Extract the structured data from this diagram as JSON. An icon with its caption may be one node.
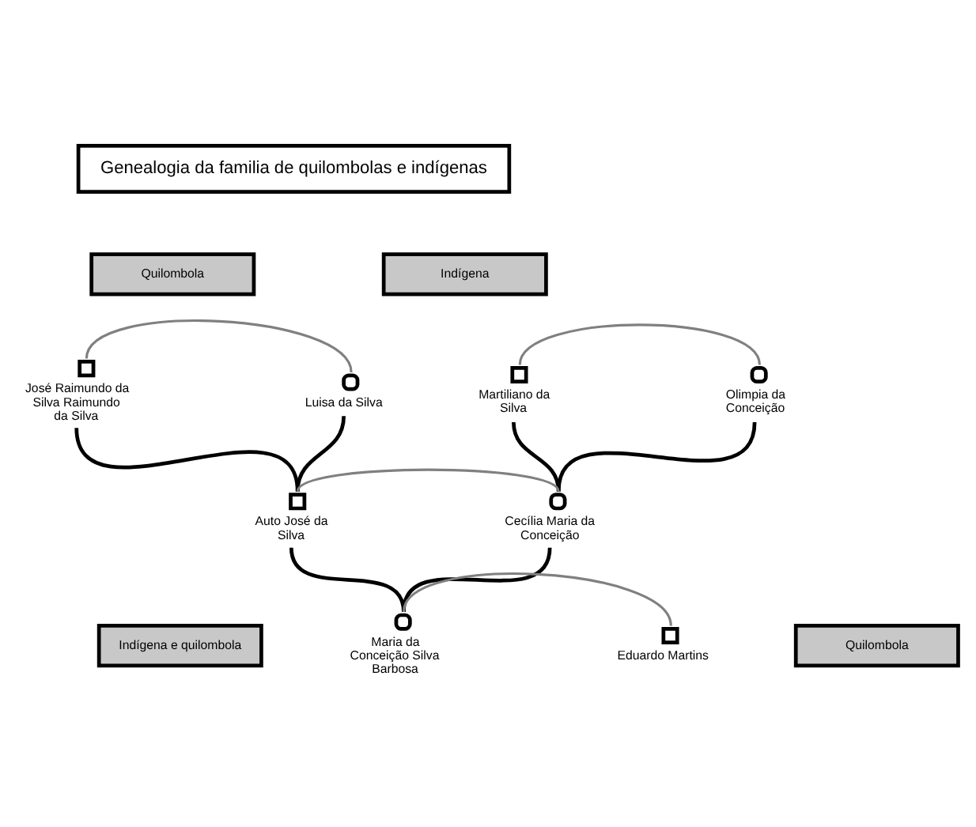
{
  "diagram": {
    "nodes": [
      {
        "text": [
          "Genealogia da familia de quilombolas e indígenas"
        ]
      },
      {
        "text": [
          "Quilombola"
        ]
      },
      {
        "text": [
          "Indígena"
        ]
      },
      {
        "text": [
          "José Raimundo da Silva Raimundo da Silva"
        ]
      },
      {
        "text": [
          "Luisa da Silva"
        ]
      },
      {
        "text": [
          "Martiliano da Silva"
        ]
      },
      {
        "text": [
          "Olimpia da Conceição"
        ]
      },
      {
        "text": [
          "Auto José da Silva"
        ]
      },
      {
        "text": [
          "Cecília Maria da Conceição"
        ]
      },
      {
        "text": [
          "Indígena e quilombola"
        ]
      },
      {
        "text": [
          "Maria da Conceição Silva Barbosa"
        ]
      },
      {
        "text": [
          "Eduardo Martins"
        ]
      },
      {
        "text": [
          "Quilombola"
        ]
      }
    ],
    "edges": [
      {
        "from": 3,
        "to": 4,
        "arrow": "none",
        "color": "#808080"
      },
      {
        "from": 3,
        "to": 7,
        "arrow": "none"
      },
      {
        "from": 4,
        "to": 7,
        "arrow": "none"
      },
      {
        "from": 5,
        "to": 6,
        "arrow": "none",
        "color": "#808080"
      },
      {
        "from": 5,
        "to": 8,
        "arrow": "none"
      },
      {
        "from": 6,
        "to": 8,
        "arrow": "none"
      },
      {
        "from": 7,
        "to": 8,
        "arrow": "none",
        "color": "#808080"
      },
      {
        "from": 7,
        "to": 10,
        "arrow": "none"
      },
      {
        "from": 8,
        "to": 10,
        "arrow": "none"
      },
      {
        "from": 10,
        "to": 11,
        "arrow": "none",
        "color": "#808080"
      }
    ]
  }
}
